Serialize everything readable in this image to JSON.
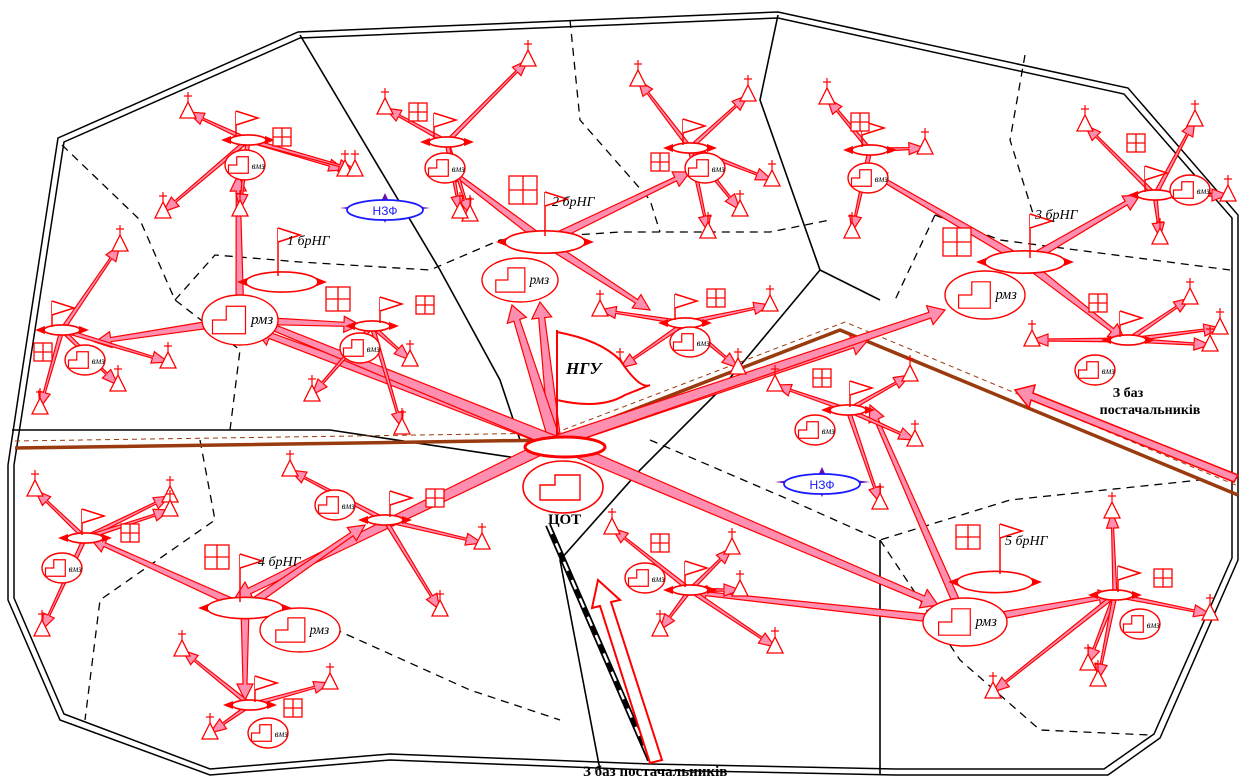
{
  "brigades": [
    {
      "label": "1 брНГ"
    },
    {
      "label": "2 брНГ"
    },
    {
      "label": "3 брНГ"
    },
    {
      "label": "4 брНГ"
    },
    {
      "label": "5 брНГ"
    }
  ],
  "hq": {
    "label": "НГУ"
  },
  "cot": {
    "label": "ЦОТ"
  },
  "rmz_label": "рмз",
  "vmz_label": "вмз",
  "nzf": [
    {
      "label": "НЗФ"
    },
    {
      "label": "НЗФ"
    }
  ],
  "supply": {
    "from_bottom": "З баз постачальників",
    "from_right_line1": "З баз",
    "from_right_line2": "постачальників"
  },
  "colors": {
    "symbol": "#ff0000",
    "arrow_fill": "#ff8fb0",
    "road": "#9a3b0f",
    "nzf": "#1a1aff",
    "border": "#000000"
  }
}
